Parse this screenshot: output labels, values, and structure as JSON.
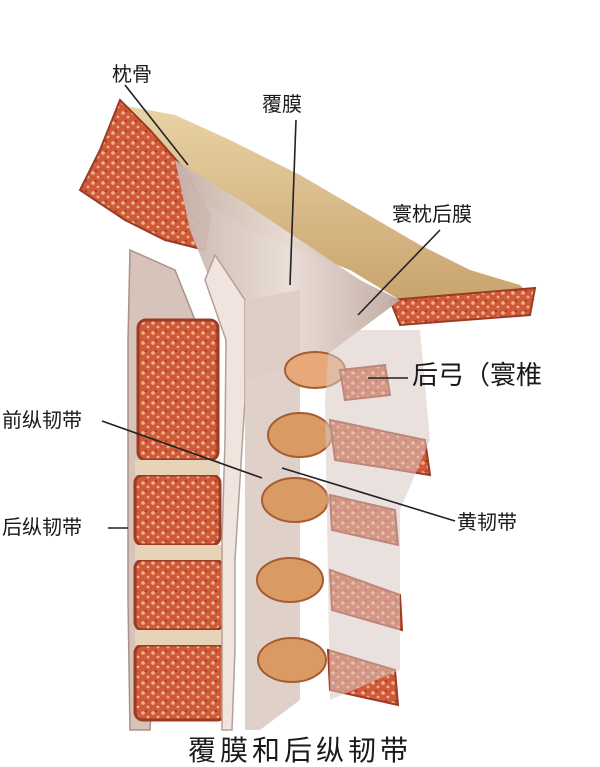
{
  "labels": {
    "occipital": "枕骨",
    "tectorial_membrane": "覆膜",
    "posterior_atlanto_occipital_membrane": "寰枕后膜",
    "posterior_arch": "后弓（寰椎",
    "anterior_longitudinal_ligament": "前纵韧带",
    "posterior_longitudinal_ligament": "后纵韧带",
    "ligamentum_flavum": "黄韧带"
  },
  "caption": "覆膜和后纵韧带",
  "colors": {
    "bone_cortex": "#c9553a",
    "bone_marrow": "#b8432c",
    "bone_pale": "#e8a87a",
    "cranial_base": "#dcc08e",
    "ligament": "#d8c9c2",
    "ligament_shadow": "#b9a69d",
    "disc": "#e6d3b8",
    "leader": "#222222"
  }
}
